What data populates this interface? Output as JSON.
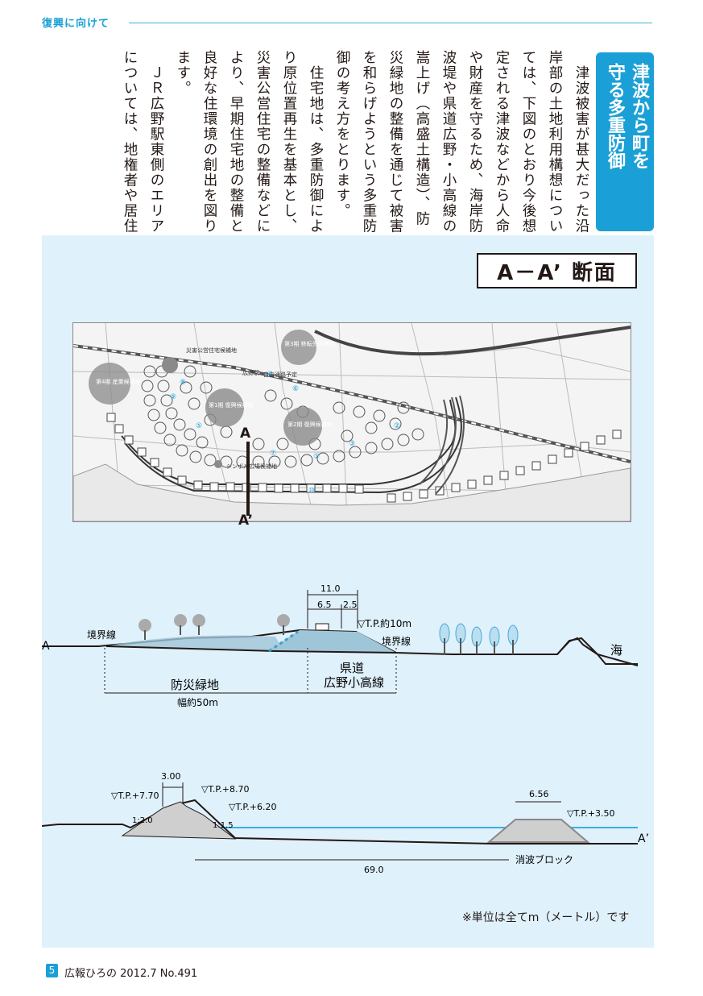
{
  "header": {
    "section": "復興に向けて"
  },
  "article": {
    "title": "津波から町を\n守る多重防御",
    "body": "　津波被害が甚大だった沿岸部の土地利用構想については、下図のとおり今後想定される津波などから人命や財産を守るため、海岸防波堤や県道広野・小高線の嵩上げ（高盛土構造）、防災緑地の整備を通じて被害を和らげようという多重防御の考え方をとります。\n　住宅地は、多重防御により原位置再生を基本とし、災害公営住宅の整備などにより、早期住宅地の整備と良好な住環境の創出を図ります。\n　ＪＲ広野駅東側のエリアについては、地権者や居住者の意向を踏まえつつ、「復興ゾーン」として新たな土地利用を含めて検討を行います。"
  },
  "figure": {
    "title": "A－A’ 断面",
    "map": {
      "section_start": "A",
      "section_end": "A’",
      "labels": {
        "housing_candidate": "災害公営住宅候補地",
        "proposed_free_passage": "自由通路予定",
        "station": "広野駅",
        "candidate_1": "第1期\n復興候補地",
        "candidate_2": "第2期\n復興候補地",
        "candidate_3": "第3期\n移転先候補地",
        "candidate_4": "第4期\n産業候補地",
        "symbol_area": "シンボル広場候補地"
      },
      "circled_numbers": [
        "①",
        "②",
        "③",
        "④",
        "⑤",
        "⑥",
        "⑦",
        "⑧",
        "⑨",
        "⑩"
      ]
    },
    "upper_section": {
      "left_end": "A",
      "boundary_left": "境界線",
      "boundary_right": "境界線",
      "sea": "海",
      "dim_total": "11.0",
      "dim_a": "6.5",
      "dim_b": "2.5",
      "tp_label": "▽T.P.約10m",
      "green_zone": "防災緑地",
      "green_width": "幅約50m",
      "road_line1": "県道",
      "road_line2": "広野小高線"
    },
    "lower_section": {
      "right_end": "A’",
      "dim_top": "3.00",
      "tp_770": "▽T.P.+7.70",
      "tp_870": "▽T.P.+8.70",
      "tp_620": "▽T.P.+6.20",
      "slope_left": "1:2.0",
      "slope_right": "1:1.5",
      "dim_690": "69.0",
      "block_label": "消波ブロック",
      "dim_656": "6.56",
      "tp_350": "▽T.P.+3.50"
    },
    "unit_note": "※単位は全てm（メートル）です"
  },
  "footer": {
    "page": "5",
    "text": "広報ひろの 2012.7 No.491"
  },
  "colors": {
    "accent": "#1aa0d6",
    "panel": "#dff1fb",
    "embankment": "#9fc6d8",
    "water": "#3ab0e0"
  }
}
